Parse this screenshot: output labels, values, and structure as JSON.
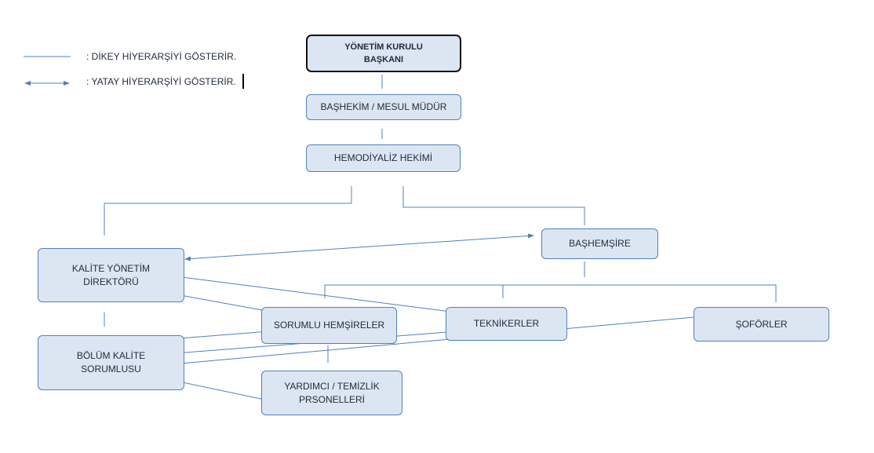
{
  "legend": {
    "vertical": ": DİKEY HİYERARŞİYİ GÖSTERİR.",
    "horizontal": ": YATAY HİYERARŞİYİ GÖSTERİR."
  },
  "colors": {
    "box_fill": "#dce6f2",
    "box_border": "#4f81bd",
    "line": "#4f81bd",
    "top_border": "#111111"
  },
  "nodes": {
    "board_chair": "YÖNETİM KURULU\nBAŞKANI",
    "chief_physician": "BAŞHEKİM / MESUL MÜDÜR",
    "dialysis_physician": "HEMODİYALİZ HEKİMİ",
    "head_nurse": "BAŞHEMŞİRE",
    "quality_director": "KALİTE YÖNETİM\nDİREKTÖRÜ",
    "unit_quality": "BÖLÜM KALİTE\nSORUMLUSU",
    "responsible_nurses": "SORUMLU HEMŞİRELER",
    "technicians": "TEKNİKERLER",
    "drivers": "ŞOFÖRLER",
    "support_staff": "YARDIMCI / TEMİZLİK\nPRSONELLERİ"
  }
}
